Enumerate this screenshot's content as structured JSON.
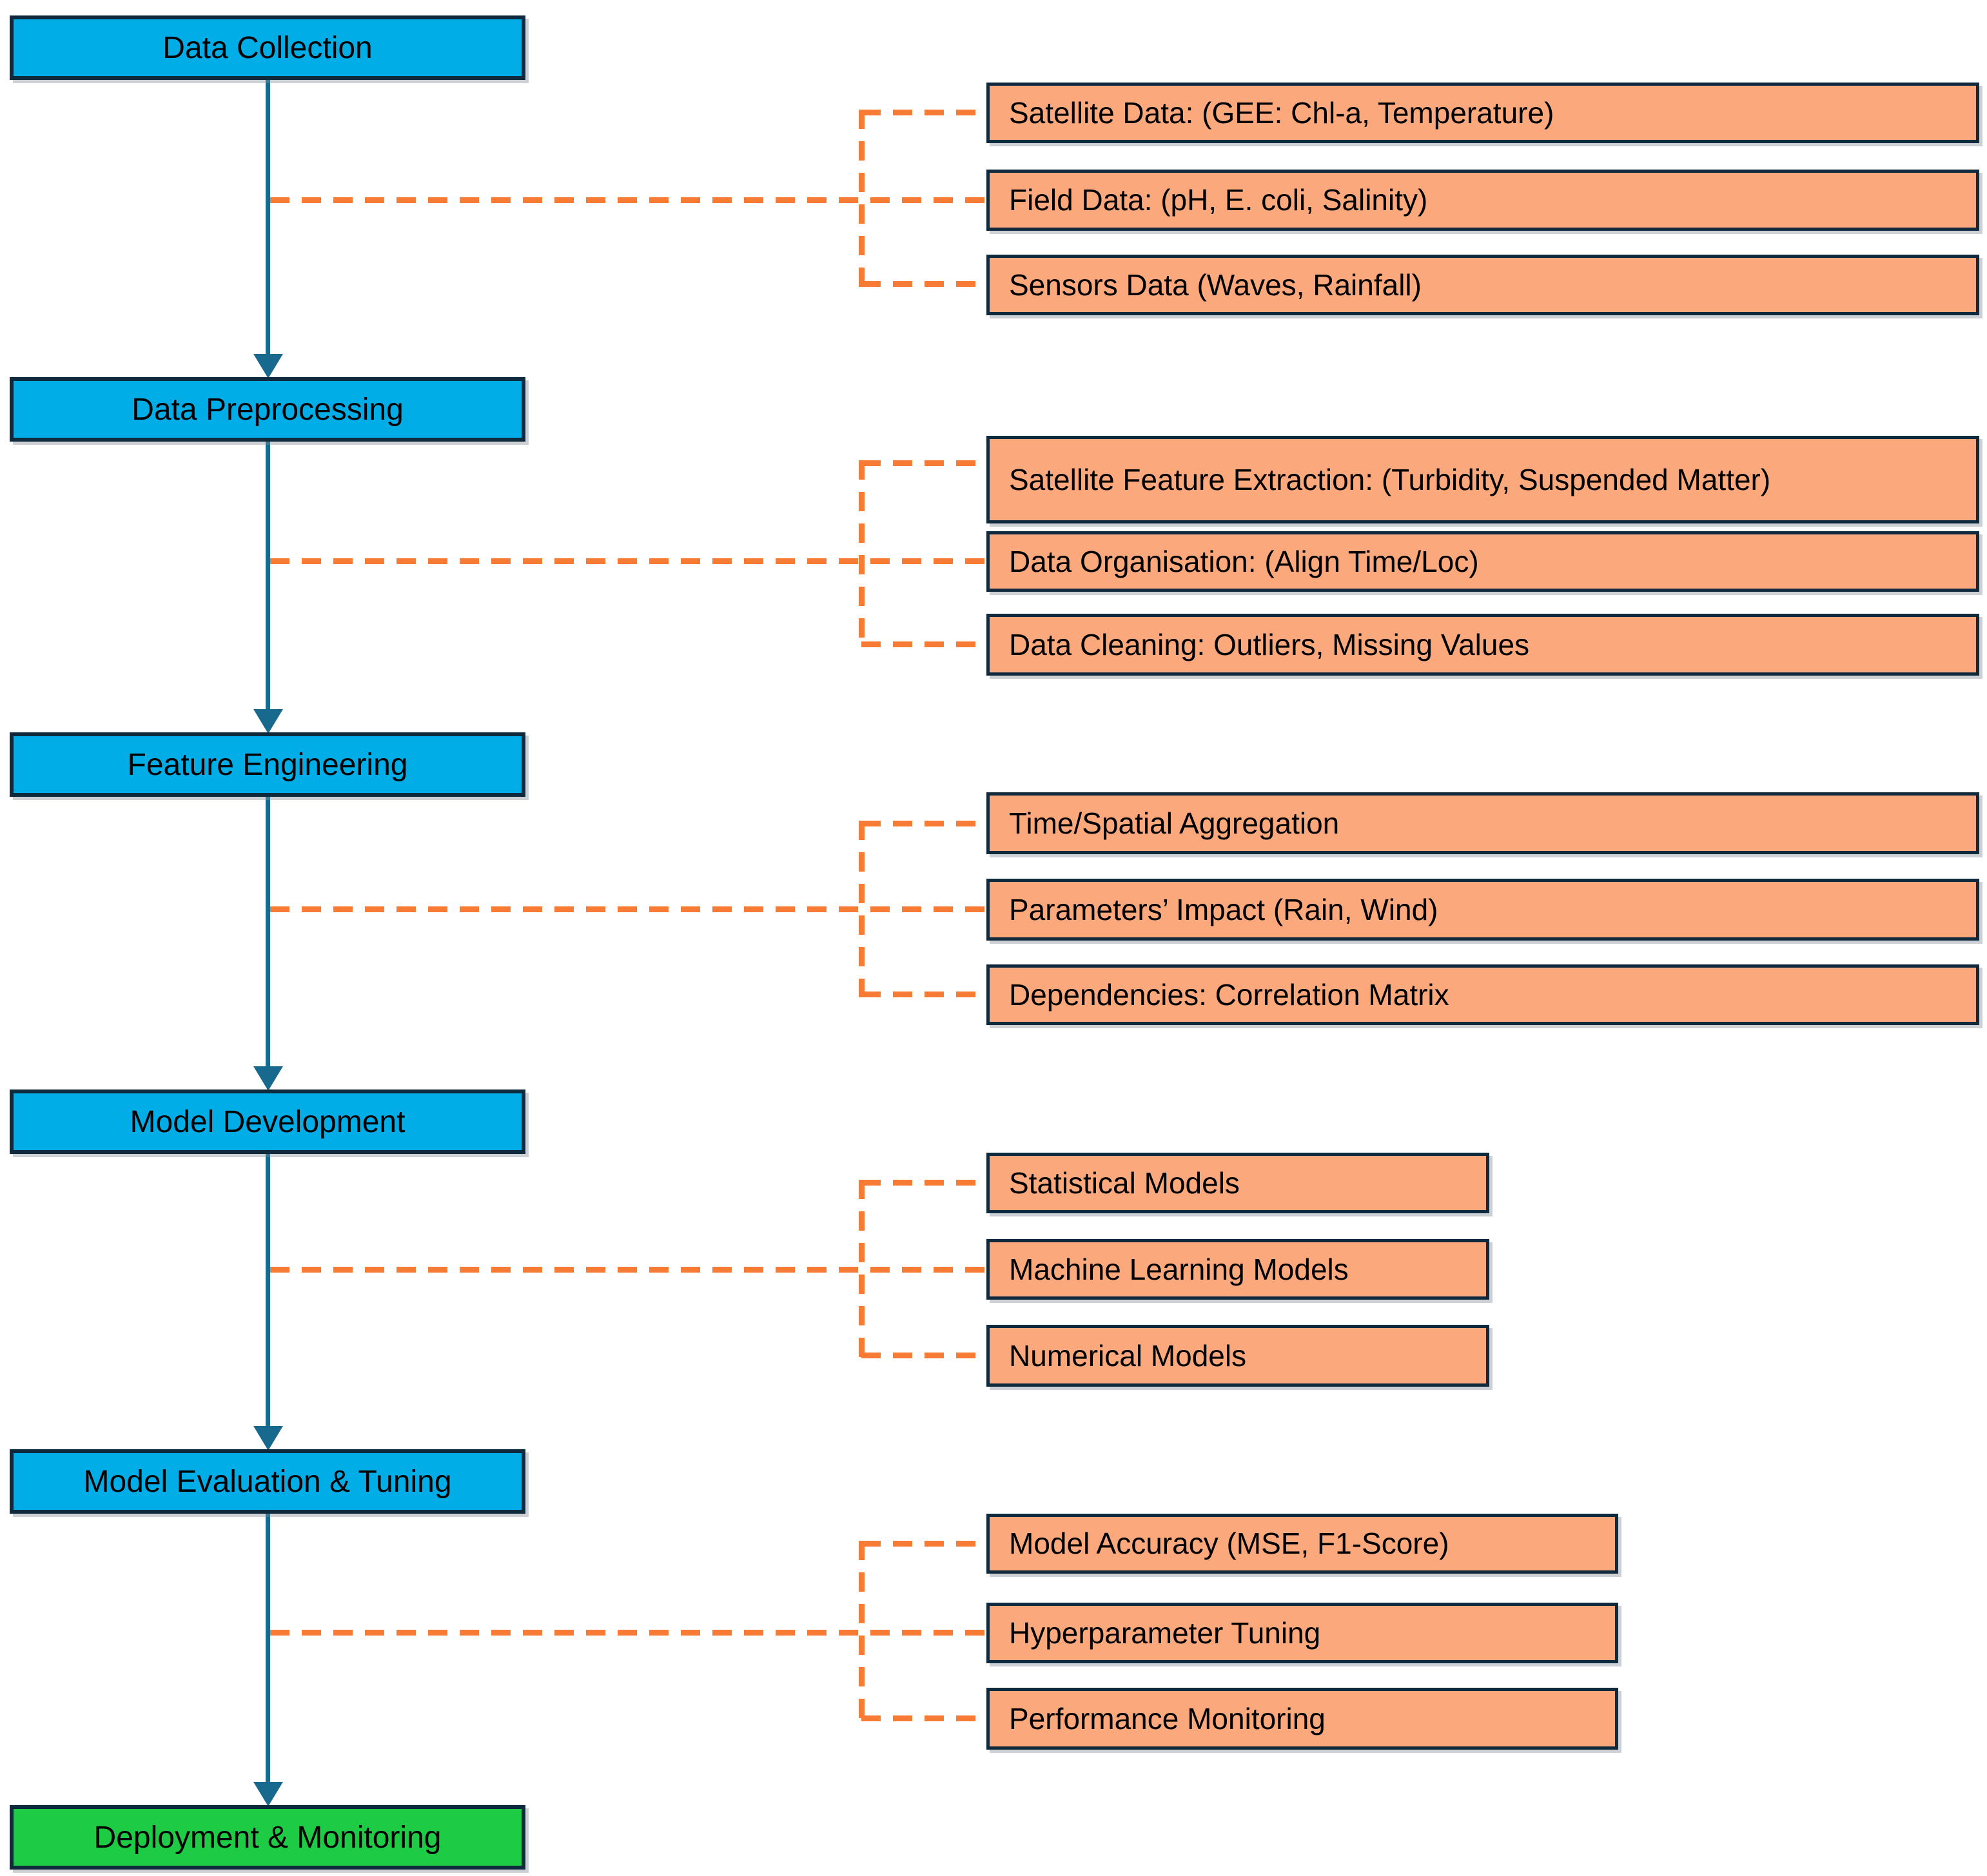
{
  "diagram": {
    "stages": [
      {
        "label": "Data Collection"
      },
      {
        "label": "Data Preprocessing"
      },
      {
        "label": "Feature Engineering"
      },
      {
        "label": "Model Development"
      },
      {
        "label": "Model Evaluation & Tuning"
      },
      {
        "label": "Deployment & Monitoring"
      }
    ],
    "groups": [
      {
        "items": [
          "Satellite Data: (GEE: Chl-a, Temperature)",
          "Field Data: (pH, E. coli, Salinity)",
          "Sensors Data (Waves, Rainfall)"
        ]
      },
      {
        "items": [
          "Satellite Feature Extraction: (Turbidity, Suspended Matter)",
          "Data Organisation: (Align Time/Loc)",
          "Data Cleaning: Outliers, Missing Values"
        ]
      },
      {
        "items": [
          "Time/Spatial Aggregation",
          "Parameters’ Impact (Rain, Wind)",
          "Dependencies: Correlation Matrix"
        ]
      },
      {
        "items": [
          "Statistical Models",
          "Machine Learning Models",
          "Numerical Models"
        ]
      },
      {
        "items": [
          "Model Accuracy (MSE, F1-Score)",
          "Hyperparameter Tuning",
          "Performance Monitoring"
        ]
      }
    ],
    "colors": {
      "stage_fill": "#00ADE6",
      "final_stage_fill": "#1ECB45",
      "detail_fill": "#FBA87D",
      "box_border": "#0F2A3C",
      "flow_arrow": "#17698E",
      "dashed_connector": "#F87B35",
      "text": "#000000",
      "background": "#FFFFFF"
    }
  }
}
